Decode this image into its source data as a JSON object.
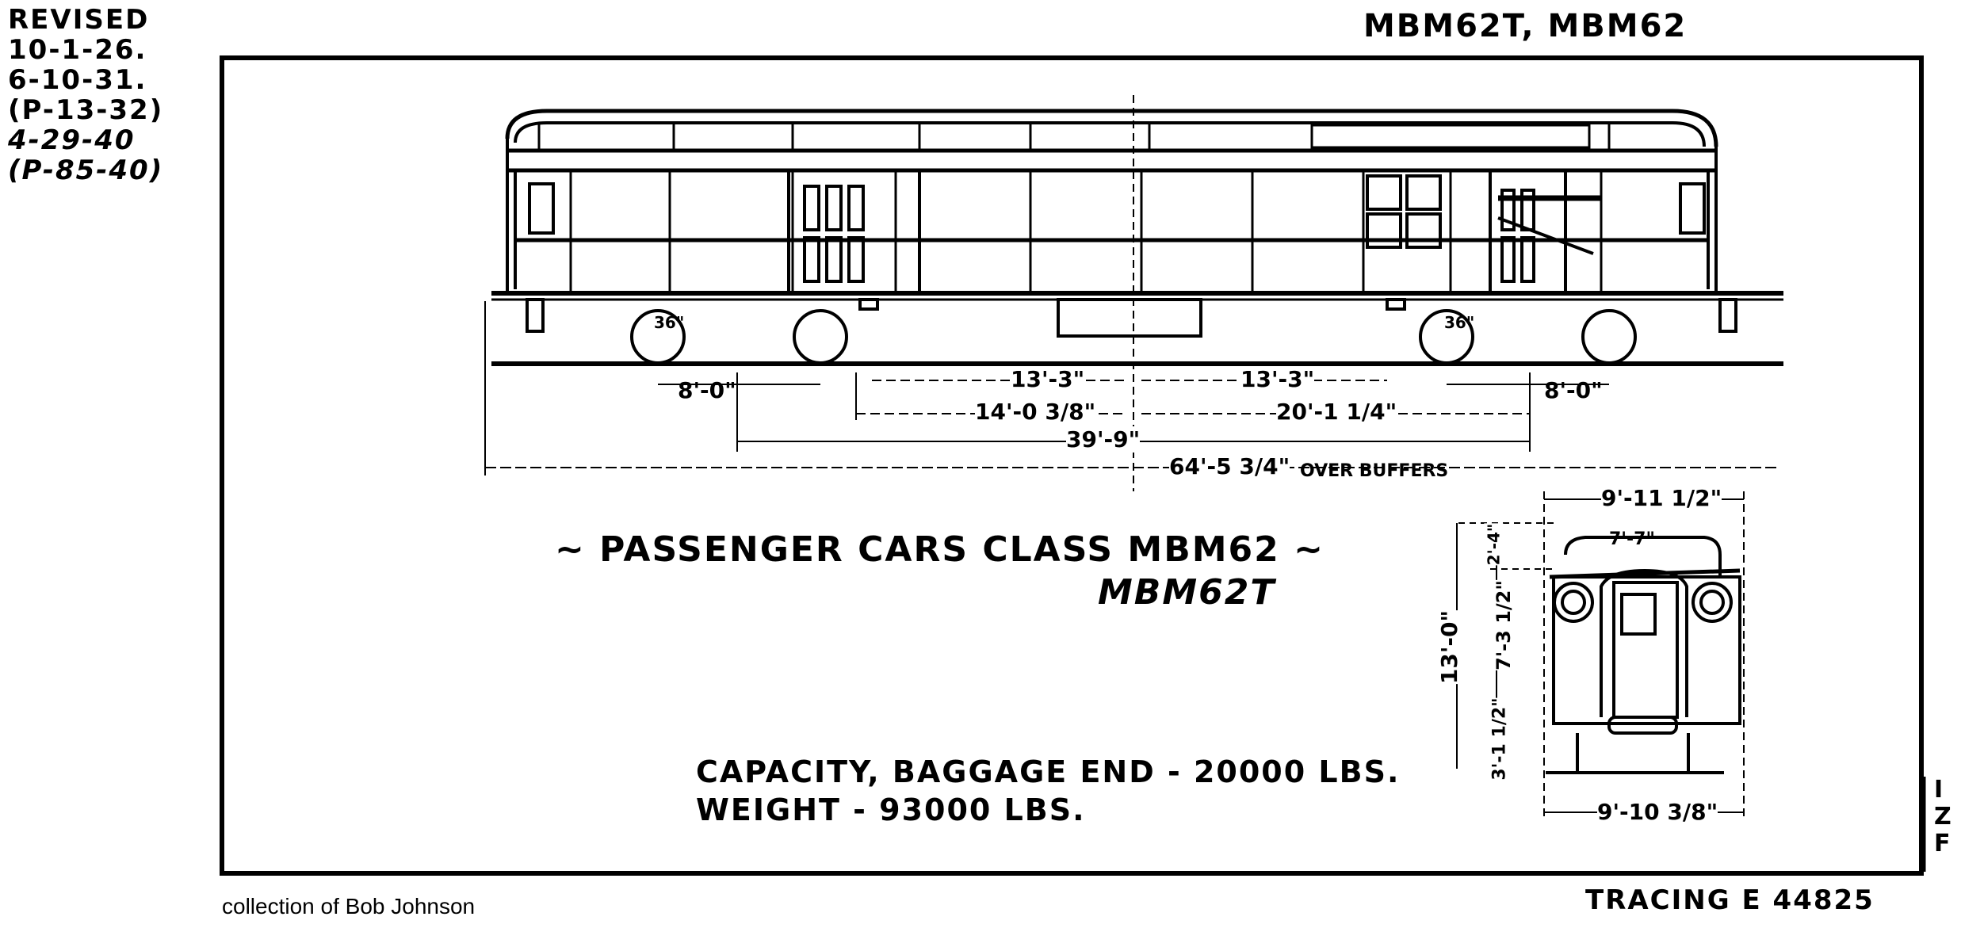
{
  "revisions": {
    "label": "REVISED",
    "entries": [
      "10-1-26.",
      "6-10-31.",
      "(P-13-32)",
      "4-29-40",
      "(P-85-40)"
    ]
  },
  "header": {
    "class_codes": "MBM62T,   MBM62"
  },
  "title": {
    "main": "~ PASSENGER CARS CLASS MBM62 ~",
    "sub": "MBM62T"
  },
  "specs": {
    "capacity": "CAPACITY, BAGGAGE END - 20000 LBS.",
    "weight": "WEIGHT - 93000 LBS."
  },
  "side_view_dimensions": {
    "wheel_dia_left": "36\"",
    "wheel_dia_right": "36\"",
    "truck_wheelbase_left": "8'-0\"",
    "truck_wheelbase_right": "8'-0\"",
    "door_to_center_left": "13'-3\"",
    "door_to_center_right": "13'-3\"",
    "center_left": "14'-0 3/8\"",
    "center_right": "20'-1 1/4\"",
    "truck_centers": "39'-9\"",
    "over_buffers": "64'-5 3/4\"",
    "over_buffers_label": "OVER BUFFERS"
  },
  "end_view_dimensions": {
    "width_top": "9'-11 1/2\"",
    "roof_width": "7'-7\"",
    "total_height": "13'-0\"",
    "roof_height": "2'-4\"",
    "body_height": "7'-3 1/2\"",
    "underframe_height": "3'-1 1/2\"",
    "width_bottom": "9'-10 3/8\""
  },
  "footer": {
    "credit": "collection of Bob Johnson",
    "tracing": "TRACING  E 44825",
    "edge_marks": [
      "I",
      "Z",
      "F"
    ]
  }
}
